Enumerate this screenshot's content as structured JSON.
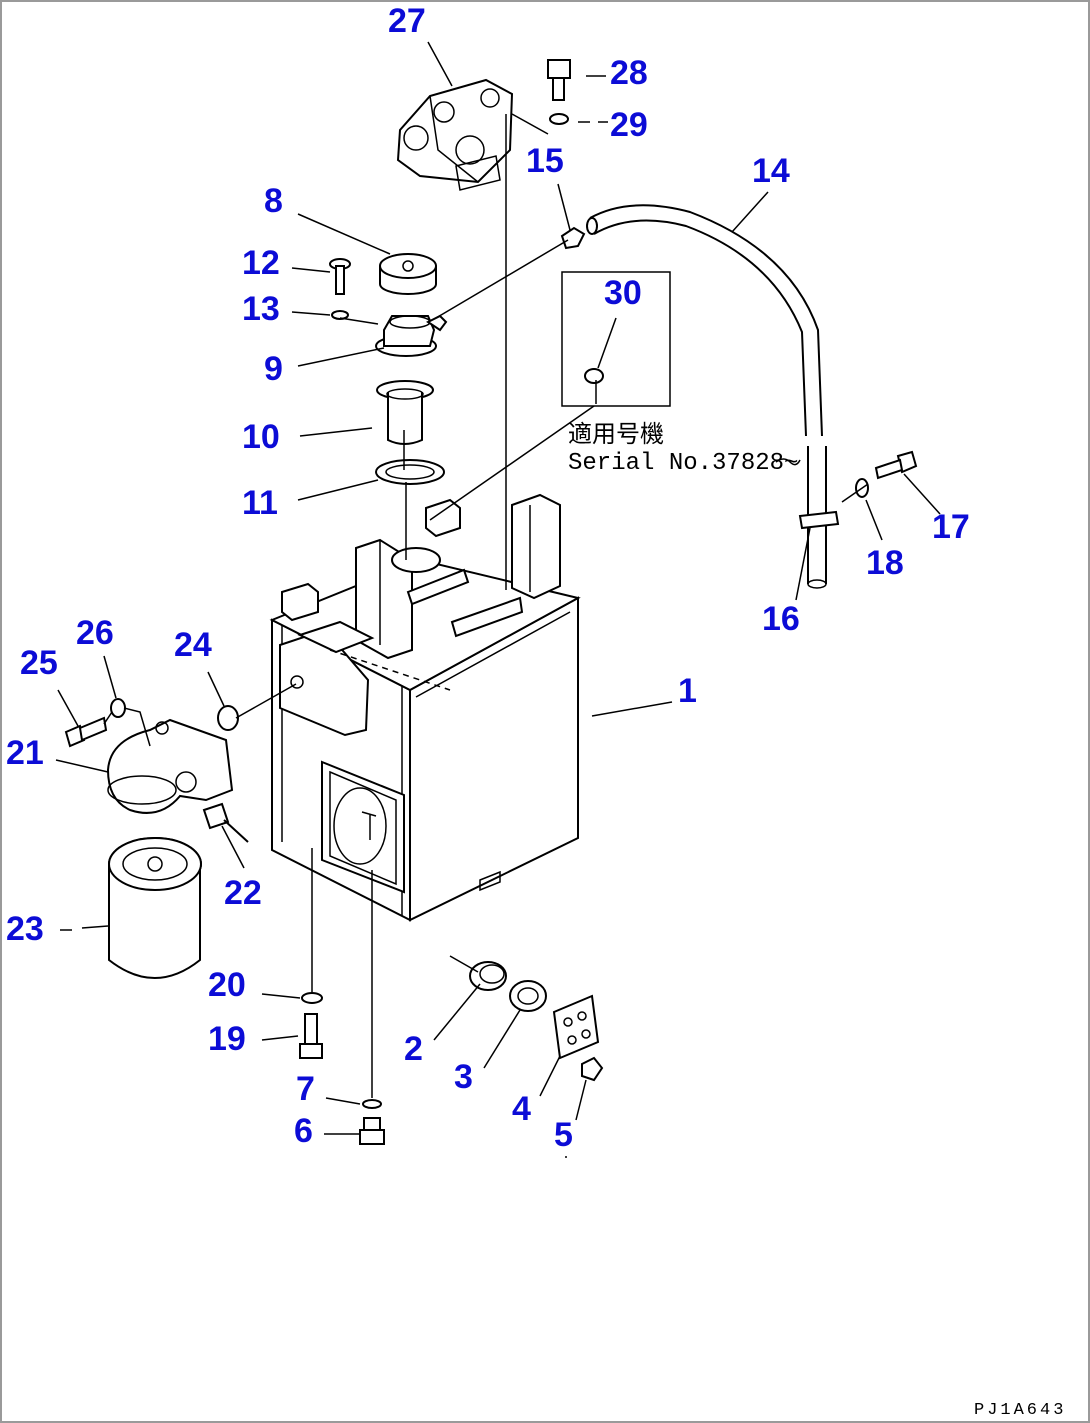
{
  "diagram": {
    "callouts": [
      "1",
      "2",
      "3",
      "4",
      "5",
      "6",
      "7",
      "8",
      "9",
      "10",
      "11",
      "12",
      "13",
      "14",
      "15",
      "16",
      "17",
      "18",
      "19",
      "20",
      "21",
      "22",
      "23",
      "24",
      "25",
      "26",
      "27",
      "28",
      "29",
      "30"
    ],
    "serial_note": {
      "line1": "適用号機",
      "line2": "Serial No.37828~"
    },
    "drawing_code": "PJ1A643",
    "label_color": "#0c0cd6"
  }
}
